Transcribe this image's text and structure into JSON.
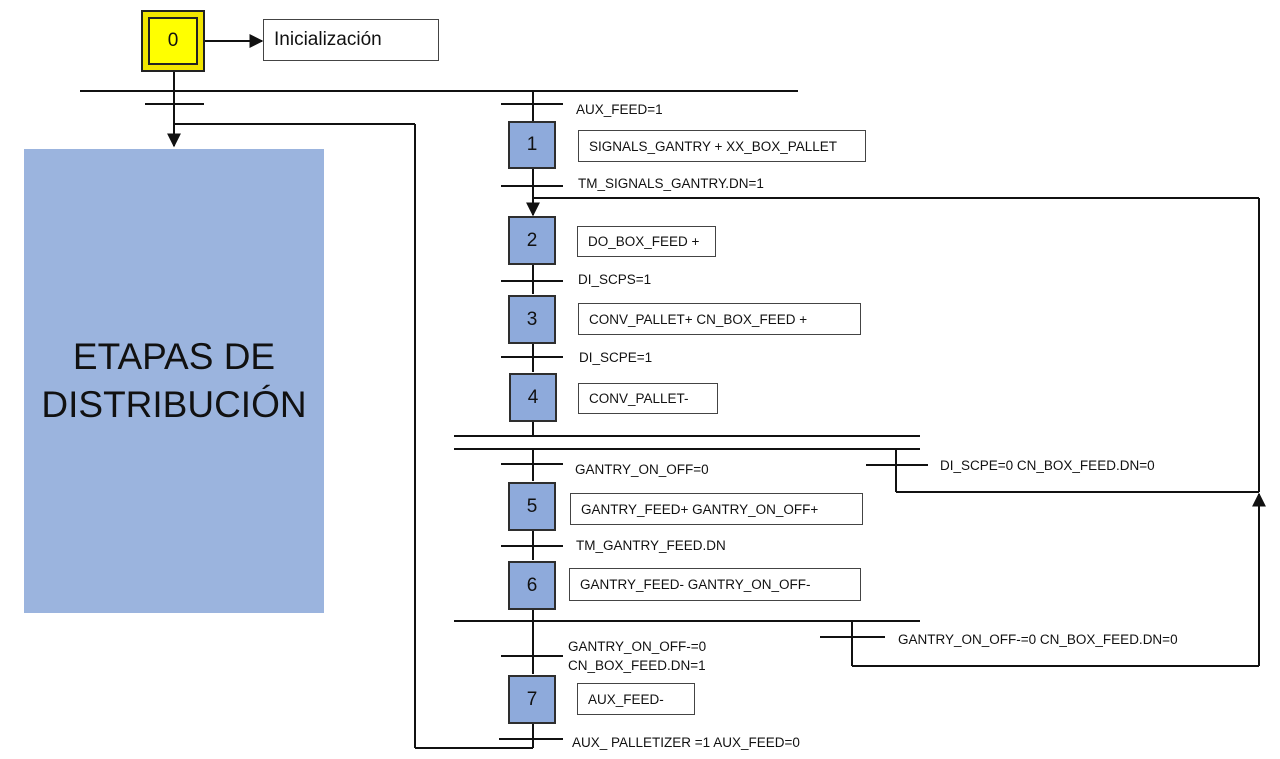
{
  "initial_step": {
    "number": "0",
    "action": "Inicialización"
  },
  "macro_block": {
    "line1": "ETAPAS DE",
    "line2": "DISTRIBUCIÓN"
  },
  "steps": [
    {
      "number": "1",
      "action": "SIGNALS_GANTRY + XX_BOX_PALLET"
    },
    {
      "number": "2",
      "action": "DO_BOX_FEED +"
    },
    {
      "number": "3",
      "action": "CONV_PALLET+ CN_BOX_FEED +"
    },
    {
      "number": "4",
      "action": "CONV_PALLET-"
    },
    {
      "number": "5",
      "action": "GANTRY_FEED+ GANTRY_ON_OFF+"
    },
    {
      "number": "6",
      "action": "GANTRY_FEED- GANTRY_ON_OFF-"
    },
    {
      "number": "7",
      "action": "AUX_FEED-"
    }
  ],
  "transitions": {
    "t_aux_feed": "AUX_FEED=1",
    "t_tm_signals": "TM_SIGNALS_GANTRY.DN=1",
    "t_di_scps": "DI_SCPS=1",
    "t_di_scpe": "DI_SCPE=1",
    "t_gantry_on_off": "GANTRY_ON_OFF=0",
    "t_scpe_loop": "DI_SCPE=0 CN_BOX_FEED.DN=0",
    "t_tm_gantry_feed": "TM_GANTRY_FEED.DN",
    "t_gantry_off_line1": "GANTRY_ON_OFF-=0",
    "t_gantry_off_line2": "CN_BOX_FEED.DN=1",
    "t_loop2": "GANTRY_ON_OFF-=0 CN_BOX_FEED.DN=0",
    "t_end": "AUX_ PALLETIZER =1 AUX_FEED=0"
  }
}
